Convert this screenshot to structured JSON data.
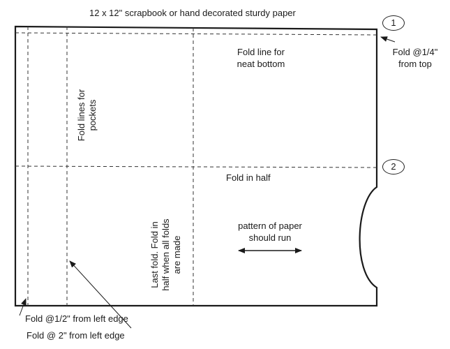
{
  "title": "12 x 12\" scrapbook or hand decorated sturdy paper",
  "steps": {
    "one": "1",
    "two": "2"
  },
  "labels": {
    "fold_top_line1": "Fold @1/4\"",
    "fold_top_line2": "from top",
    "neat_bottom_line1": "Fold line for",
    "neat_bottom_line2": "neat bottom",
    "fold_in_half": "Fold in half",
    "pockets_line1": "Fold lines for",
    "pockets_line2": "pockets",
    "last_fold_line1": "Last fold.  Fold in",
    "last_fold_line2": "half when all folds",
    "last_fold_line3": "are made",
    "pattern_line1": "pattern of paper",
    "pattern_line2": "should run",
    "fold_half_inch": "Fold @1/2\" from left edge",
    "fold_two_inch": "Fold @ 2\" from left edge"
  },
  "colors": {
    "ink": "#1a1a1a",
    "background": "#ffffff"
  }
}
